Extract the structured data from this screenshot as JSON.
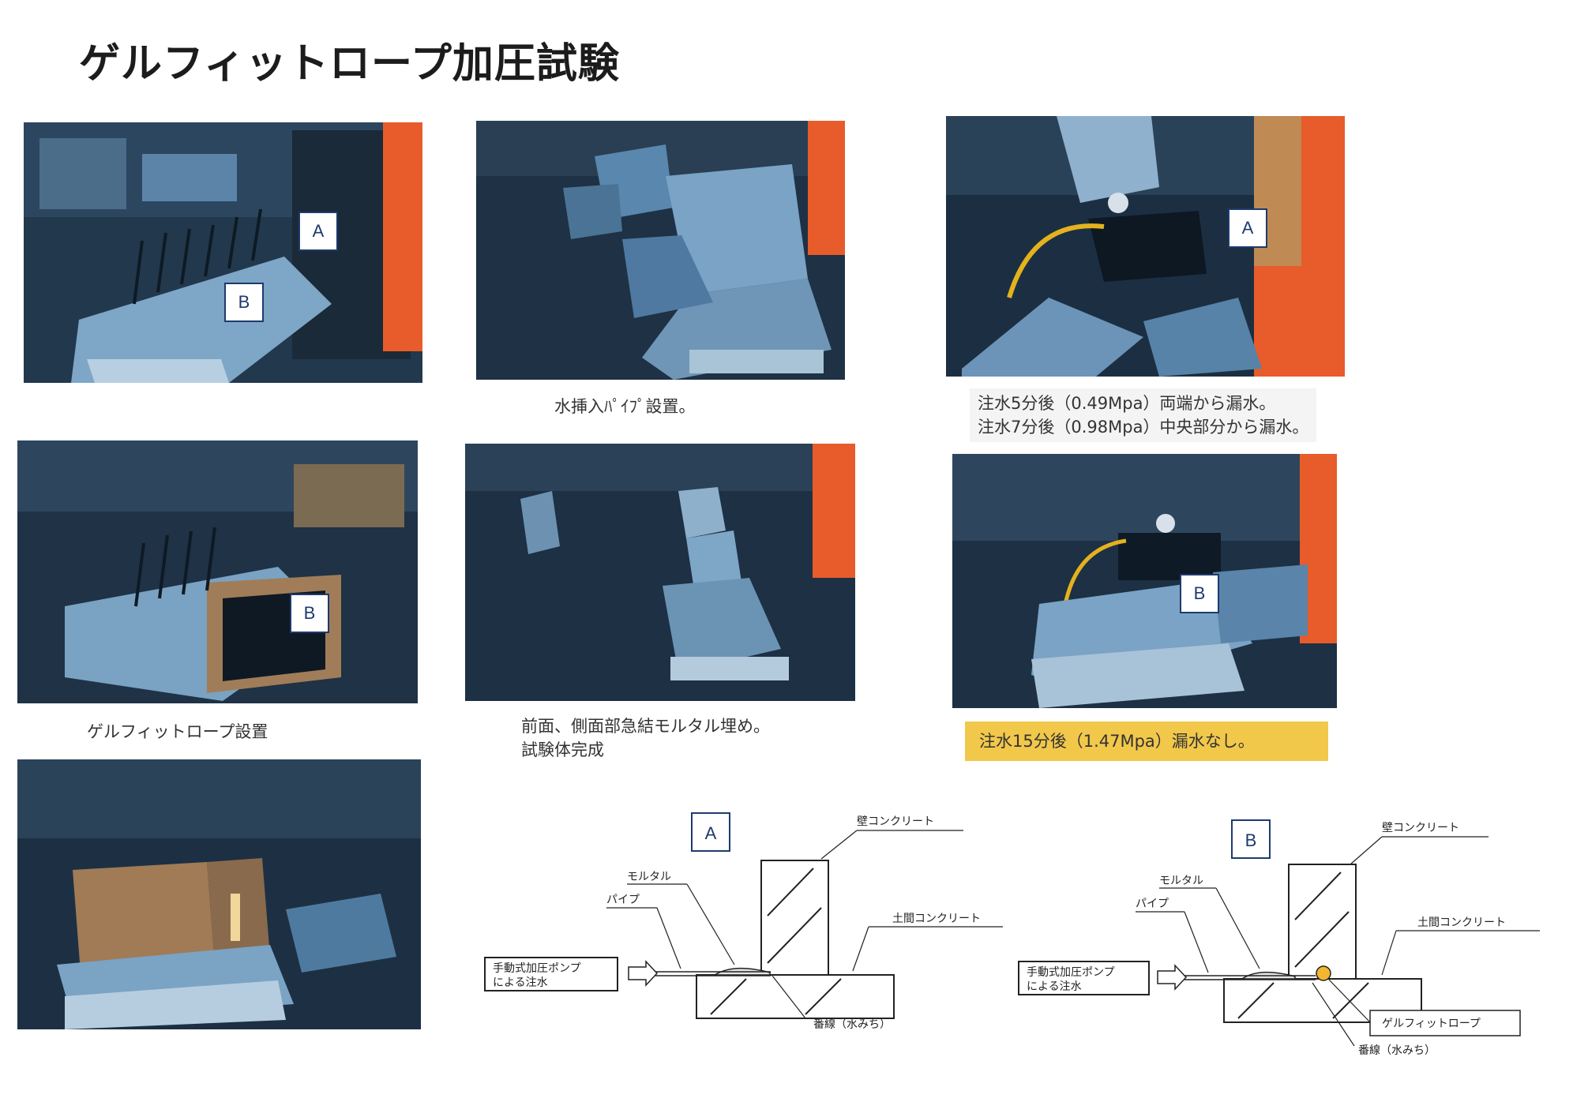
{
  "title": "ゲルフィットロープ加圧試験",
  "captions": {
    "pipe_install": "水挿入ﾊﾟｲﾌﾟ設置。",
    "leak_1": "注水5分後（0.49Mpa）両端から漏水。",
    "leak_2": "注水7分後（0.98Mpa）中央部分から漏水。",
    "gelfit_install": "ゲルフィットロープ設置",
    "mortar_1": "前面、側面部急結モルタル埋め。",
    "mortar_2": "試験体完成",
    "no_leak": "注水15分後（1.47Mpa）漏水なし。"
  },
  "tags": {
    "a": "A",
    "b": "B"
  },
  "diagram_a": {
    "tag": "A",
    "wall": "壁コンクリート",
    "mortar": "モルタル",
    "pipe": "パイプ",
    "pump_line1": "手動式加圧ポンプ",
    "pump_line2": "による注水",
    "floor": "土間コンクリート",
    "seam": "番線（水みち）"
  },
  "diagram_b": {
    "tag": "B",
    "wall": "壁コンクリート",
    "mortar": "モルタル",
    "pipe": "パイプ",
    "pump_line1": "手動式加圧ポンプ",
    "pump_line2": "による注水",
    "floor": "土間コンクリート",
    "gelfit": "ゲルフィットロープ",
    "seam": "番線（水みち）"
  },
  "colors": {
    "photo_dark": "#1f3347",
    "photo_blue": "#3d6d99",
    "accent_orange": "#e85b2a",
    "highlight": "#f2c84b",
    "tag_border": "#1e3a6e"
  }
}
